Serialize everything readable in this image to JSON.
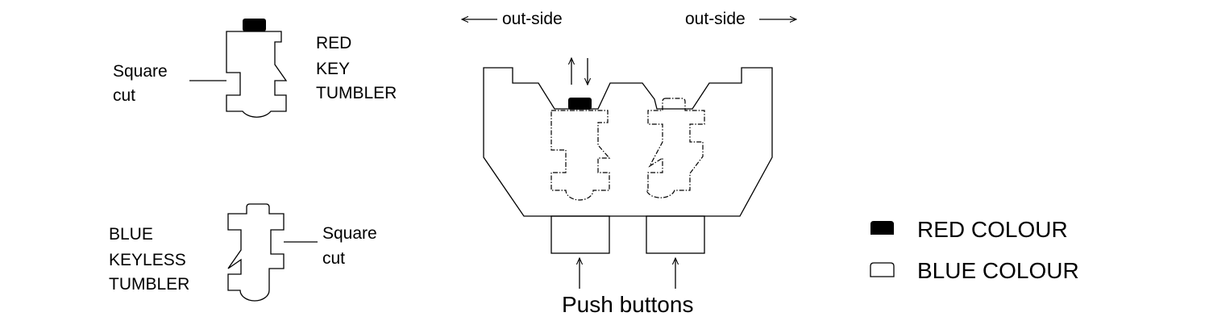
{
  "colors": {
    "red_marker": "#000000",
    "line": "#000000",
    "background": "#ffffff"
  },
  "red_tumbler": {
    "title_lines": [
      "RED",
      "KEY",
      "TUMBLER"
    ],
    "cut_lines": [
      "Square",
      "cut"
    ]
  },
  "blue_tumbler": {
    "title_lines": [
      "BLUE",
      "KEYLESS",
      "TUMBLER"
    ],
    "cut_lines": [
      "Square",
      "cut"
    ]
  },
  "lock": {
    "left_direction": "out-side",
    "right_direction": "out-side",
    "push_buttons_label": "Push buttons"
  },
  "legend": [
    {
      "label": "RED COLOUR",
      "icon": "filled-cap-icon"
    },
    {
      "label": "BLUE COLOUR",
      "icon": "outline-cap-icon"
    }
  ]
}
